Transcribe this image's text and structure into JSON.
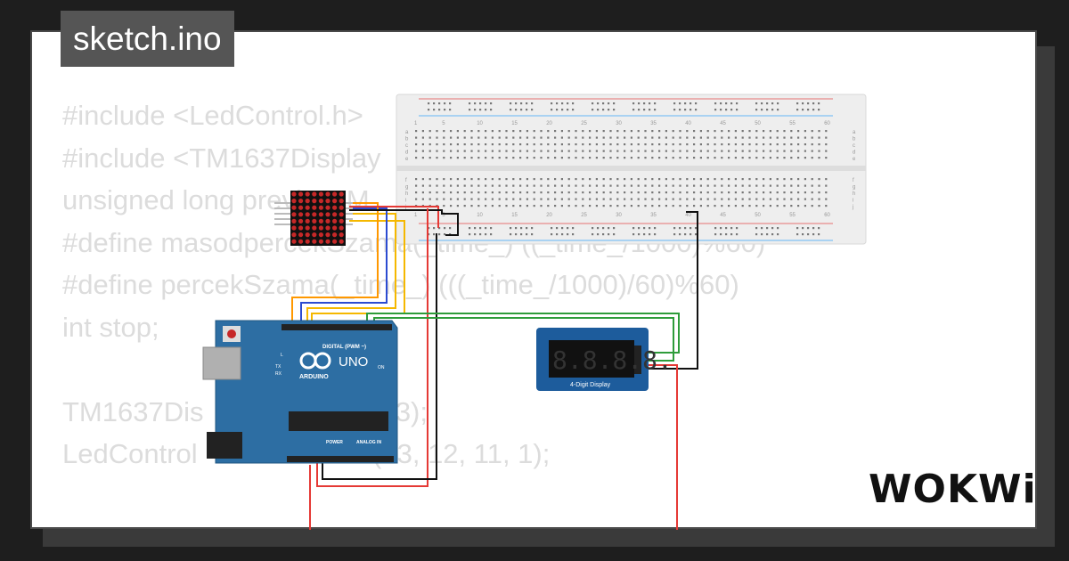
{
  "sketch": {
    "filename": "sketch.ino",
    "code_lines": [
      "#include <LedControl.h>",
      "#include <TM1637Display",
      "unsigned long previousM",
      "#define masodpercekSzama(_time_) ((_time_/1000)%60)",
      "#define percekSzama(_time_) (((_time_/1000)/60)%60)",
      "int stop;",
      "",
      "TM1637Dis                         3);",
      "LedControl                    ol(13, 12, 11, 1);"
    ]
  },
  "brand": {
    "logo": "WOKWi"
  },
  "arduino": {
    "model": "UNO",
    "brand_text": "ARDUINO",
    "header_digital": "DIGITAL (PWM ~)",
    "header_power": "POWER",
    "header_analog": "ANALOG IN",
    "led_l": "L",
    "led_tx": "TX",
    "led_rx": "RX",
    "led_on": "ON",
    "logo_icon": "infinity-icon"
  },
  "display": {
    "label": "4-Digit Display",
    "digits": "8.8.8.8."
  },
  "breadboard": {
    "column_numbers": [
      "1",
      "5",
      "10",
      "15",
      "20",
      "25",
      "30",
      "35",
      "40",
      "45",
      "50",
      "55",
      "60"
    ],
    "row_letters_top": [
      "a",
      "b",
      "c",
      "d",
      "e"
    ],
    "row_letters_bottom": [
      "f",
      "g",
      "h",
      "i",
      "j"
    ]
  },
  "colors": {
    "background": "#1e1e1e",
    "card": "#ffffff",
    "code_text": "#dcdcdc",
    "title_bg": "#555555",
    "arduino_blue": "#2d6ea3",
    "display_blue": "#1d5c9c",
    "breadboard": "#eeeeee",
    "wire_red": "#e53935",
    "wire_black": "#111111",
    "wire_green": "#2e9c3a",
    "wire_blue": "#2b4bd1",
    "wire_yellow": "#f5b800"
  }
}
